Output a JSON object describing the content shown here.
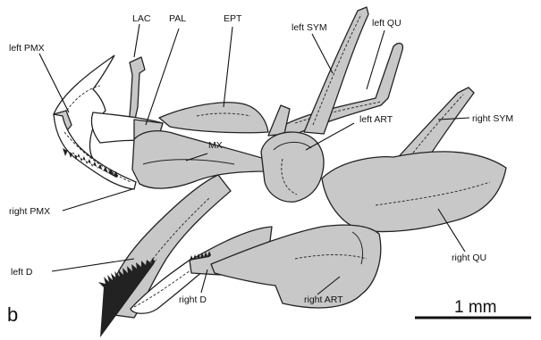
{
  "panel_label": "b",
  "labels": {
    "lac": "LAC",
    "pal": "PAL",
    "ept": "EPT",
    "left_sym": "left SYM",
    "left_qu": "left QU",
    "left_pmx": "left PMX",
    "left_art": "left ART",
    "right_sym": "right SYM",
    "mx": "MX",
    "right_pmx": "right PMX",
    "right_qu": "right QU",
    "left_d": "left D",
    "right_d": "right D",
    "right_art": "right ART"
  },
  "scale_bar": {
    "label": "1 mm"
  }
}
